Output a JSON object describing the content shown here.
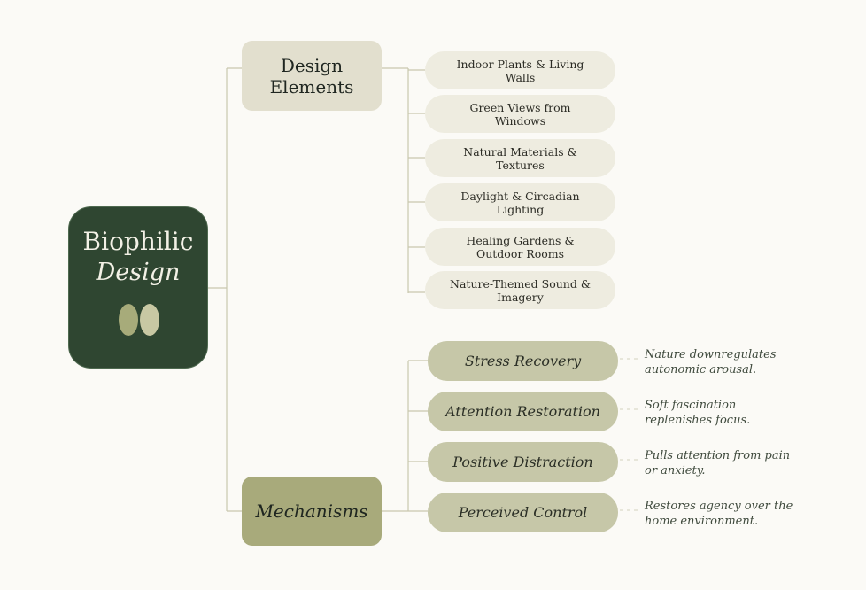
{
  "root": {
    "title_line1": "Biophilic",
    "title_line2": "Design",
    "icon": "twin-leaves-icon"
  },
  "branches": {
    "design_elements": {
      "label": "Design Elements",
      "items": [
        "Indoor Plants & Living Walls",
        "Green Views from Windows",
        "Natural Materials & Textures",
        "Daylight & Circadian Lighting",
        "Healing Gardens & Outdoor Rooms",
        "Nature-Themed Sound & Imagery"
      ]
    },
    "mechanisms": {
      "label": "Mechanisms",
      "items": [
        {
          "label": "Stress Recovery",
          "note": "Nature downregulates autonomic arousal."
        },
        {
          "label": "Attention Restoration",
          "note": "Soft fascination replenishes focus."
        },
        {
          "label": "Positive Distraction",
          "note": "Pulls attention from pain or anxiety."
        },
        {
          "label": "Perceived Control",
          "note": "Restores agency over the home environment."
        }
      ]
    }
  },
  "colors": {
    "root_bg": "#2f4631",
    "design_branch_bg": "#e2dfce",
    "mechanism_branch_bg": "#a8aa7b",
    "design_pill_bg": "#eeece0",
    "mechanism_pill_bg": "#c6c7a8",
    "connector": "#c9c7ae",
    "page_bg": "#fbfaf6"
  }
}
